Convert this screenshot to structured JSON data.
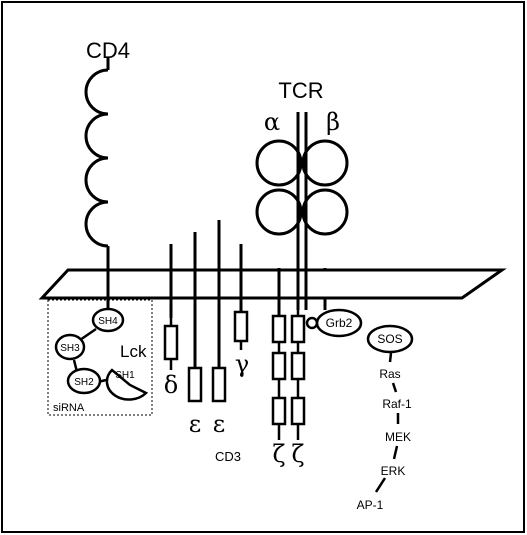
{
  "diagram": {
    "cd4": {
      "label": "CD4"
    },
    "tcr": {
      "label": "TCR",
      "alpha": "α",
      "beta": "β"
    },
    "lck": {
      "label": "Lck",
      "domains": {
        "sh1": "SH1",
        "sh2": "SH2",
        "sh3": "SH3",
        "sh4": "SH4"
      },
      "sirna": "siRNA"
    },
    "cd3": {
      "label": "CD3",
      "delta": "δ",
      "epsilon1": "ε",
      "epsilon2": "ε",
      "gamma": "γ"
    },
    "zeta": {
      "z1": "ζ",
      "z2": "ζ"
    },
    "pathway": {
      "grb2": "Grb2",
      "sos": "SOS",
      "ras": "Ras",
      "raf1": "Raf-1",
      "mek": "MEK",
      "erk": "ERK",
      "ap1": "AP-1"
    },
    "colors": {
      "stroke": "#000000",
      "fill": "#ffffff",
      "border": "#000000"
    }
  }
}
